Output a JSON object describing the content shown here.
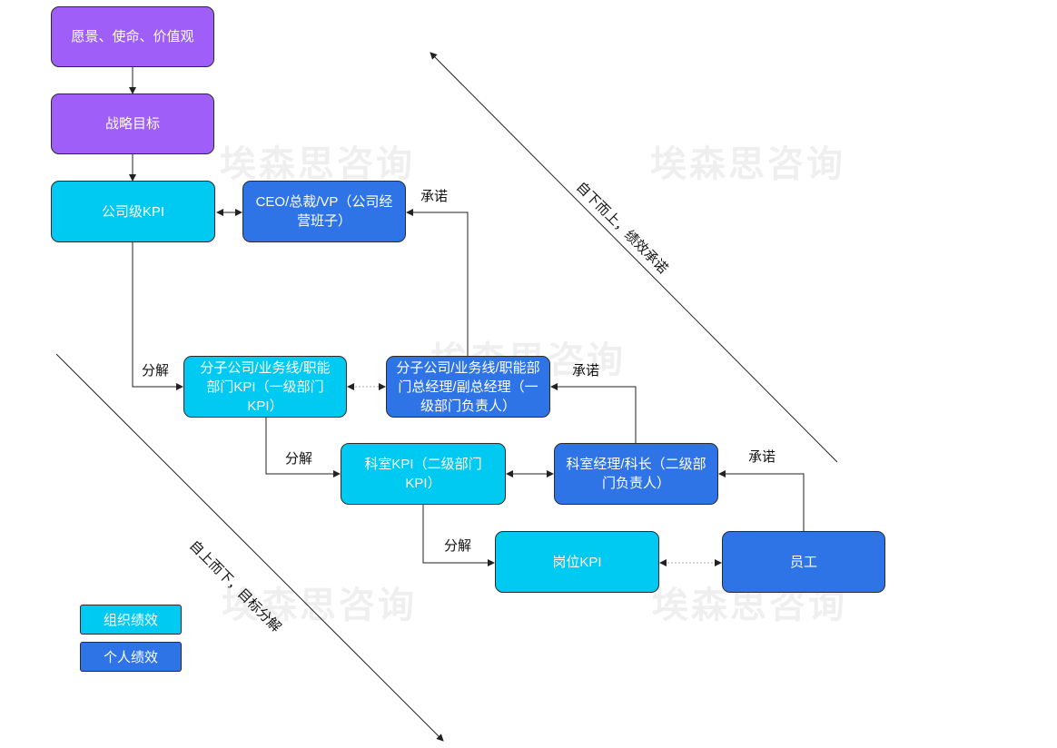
{
  "nodes": {
    "vision": "愿景、使命、价值观",
    "strategy": "战略目标",
    "company_kpi": "公司级KPI",
    "ceo": "CEO/总裁/VP（公司经营班子）",
    "sub_kpi": "分子公司/业务线/职能部门KPI（一级部门KPI）",
    "sub_manager": "分子公司/业务线/职能部门总经理/副总经理（一级部门负责人）",
    "section_kpi": "科室KPI（二级部门KPI）",
    "section_manager": "科室经理/科长（二级部门负责人）",
    "post_kpi": "岗位KPI",
    "employee": "员工"
  },
  "edge_labels": {
    "decompose_1": "分解",
    "decompose_2": "分解",
    "decompose_3": "分解",
    "commit_1": "承诺",
    "commit_2": "承诺",
    "commit_3": "承诺"
  },
  "diagonals": {
    "bottom_up": "自下而上，绩效承诺",
    "top_down": "自上而下，目标分解"
  },
  "legend": {
    "org": "组织绩效",
    "personal": "个人绩效"
  },
  "watermark": "埃森思咨询",
  "colors": {
    "purple": "#9e5ef7",
    "cyan": "#00c9f2",
    "blue": "#2f74e6"
  }
}
